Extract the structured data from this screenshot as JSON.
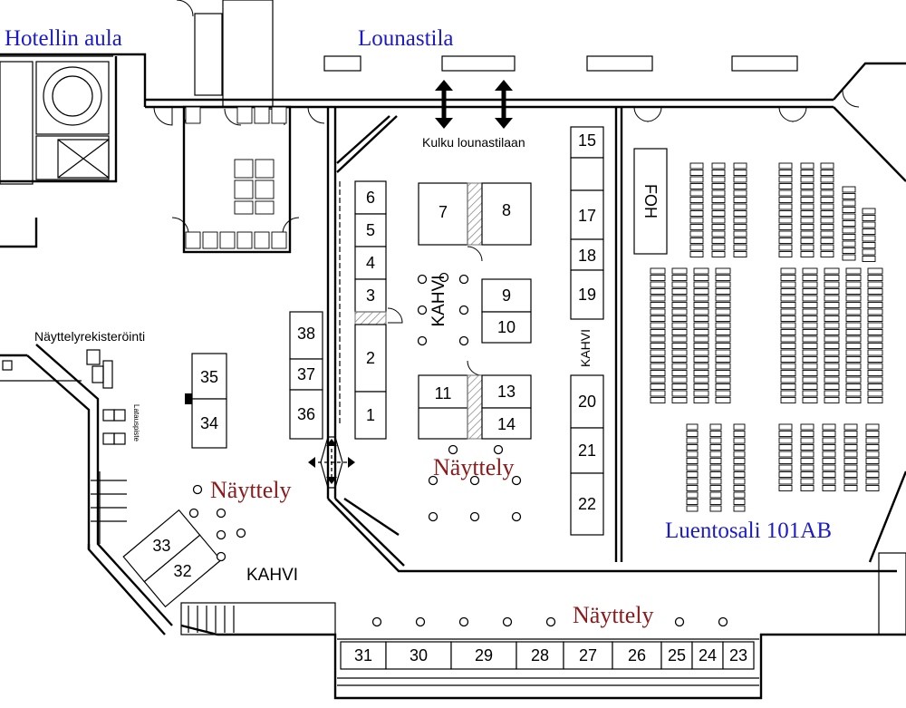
{
  "areas": {
    "hotel_lobby": "Hotellin aula",
    "lunch_space": "Lounastila",
    "lunch_passage": "Kulku lounastilaan",
    "exhibit_registration": "Näyttelyrekisteröinti",
    "charging_point": "Latauspiste",
    "lecture_hall": "Luentosali 101AB",
    "foh": "FOH",
    "coffee_center": "KAHVI",
    "coffee_right": "KAHVI",
    "coffee_lower": "KAHVI",
    "exhibit_center": "Näyttely",
    "exhibit_left": "Näyttely",
    "exhibit_bottom": "Näyttely"
  },
  "booths": {
    "b1": "1",
    "b2": "2",
    "b3": "3",
    "b4": "4",
    "b5": "5",
    "b6": "6",
    "b7": "7",
    "b8": "8",
    "b9": "9",
    "b10": "10",
    "b11": "11",
    "b12": "13",
    "b13": "14",
    "b14": "15",
    "b15": "17",
    "b16": "18",
    "b17": "19",
    "b18": "20",
    "b19": "21",
    "b20": "22",
    "b21": "31",
    "b22": "30",
    "b23": "29",
    "b24": "28",
    "b25": "27",
    "b26": "26",
    "b27": "25",
    "b28": "24",
    "b29": "23",
    "b30": "33",
    "b31": "32",
    "b32": "35",
    "b33": "34",
    "b34": "38",
    "b35": "37",
    "b36": "36"
  },
  "colors": {
    "area_label_blue": "#1a1acc",
    "exhibit_label_red": "#8b1a1a",
    "walls": "#000000"
  }
}
